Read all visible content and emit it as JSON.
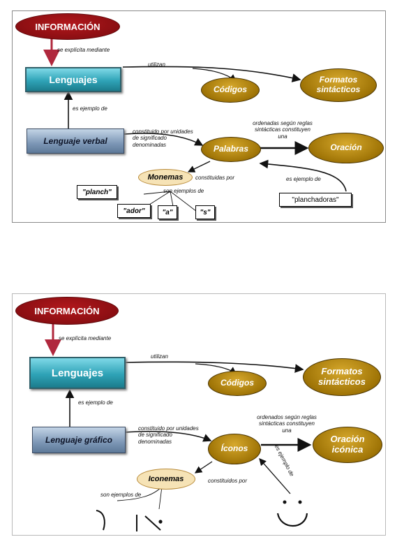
{
  "diagram_verbal": {
    "informacion": "INFORMACIÓN",
    "se_explicita": "se explícita mediante",
    "lenguajes": "Lenguajes",
    "utilizan": "utilizan",
    "codigos": "Códigos",
    "formatos": "Formatos sintácticos",
    "es_ejemplo_de": "es ejemplo de",
    "lenguaje_verbal": "Lenguaje verbal",
    "constituido": "constituido por unidades de significado denominadas",
    "ordenadas": "ordenadas según reglas sintácticas constituyen una",
    "palabras": "Palabras",
    "oracion": "Oración",
    "monemas": "Monemas",
    "constituidas_por": "constituidas por",
    "son_ejemplos_de": "son ejemplos de",
    "es_ejemplo_de_2": "es ejemplo de",
    "planchadoras": "\"planchadoras\"",
    "planch": "\"planch\"",
    "ador": "\"ador\"",
    "a": "\"a\"",
    "s": "\"s\""
  },
  "diagram_grafico": {
    "informacion": "INFORMACIÓN",
    "se_explicita": "se explícita mediante",
    "lenguajes": "Lenguajes",
    "utilizan": "utilizan",
    "codigos": "Códigos",
    "formatos": "Formatos sintácticos",
    "es_ejemplo_de": "es ejemplo de",
    "lenguaje_grafico": "Lenguaje gráfico",
    "constituido": "constituido por unidades de significado denominadas",
    "ordenados": "ordenados según reglas sintácticas constituyen una",
    "iconos": "Íconos",
    "oracion": "Oración icónica",
    "iconemas": "Iconemas",
    "constituidos_por": "constituidos por",
    "son_ejemplos_de": "son ejemplos de",
    "es_ejemplo_de_2": "es ejemplo de"
  },
  "colors": {
    "informacion": "#9e1217",
    "lenguajes": "#3bb0c4",
    "lenguaje_box": "#7d97b6",
    "concept_gold": "#a27b0c",
    "monema": "#f6e3b6"
  }
}
